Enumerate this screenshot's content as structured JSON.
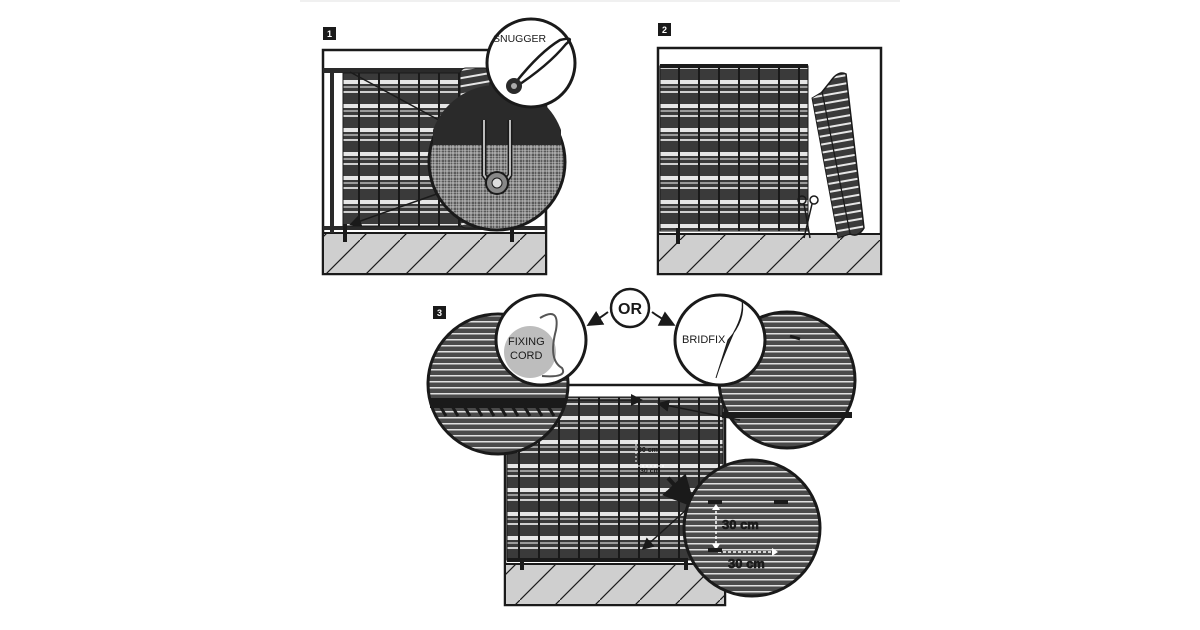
{
  "steps": [
    {
      "number": "1",
      "callout_label": "SNUGGER"
    },
    {
      "number": "2"
    },
    {
      "number": "3"
    }
  ],
  "step3": {
    "or_label": "OR",
    "left_option": "FIXING\nCORD",
    "left_option_lines": [
      "FIXING",
      "CORD"
    ],
    "right_option": "BRIDFIX",
    "spacing_vertical": "30 cm",
    "spacing_horizontal": "30 cm",
    "spacing_vertical_small": "30 cm",
    "spacing_horizontal_small": "30 cm"
  },
  "colors": {
    "ink": "#1a1a1a",
    "stripe_dark": "#3a3a3a",
    "stripe_light": "#e8e8e8",
    "ground": "#cfcfcf"
  }
}
